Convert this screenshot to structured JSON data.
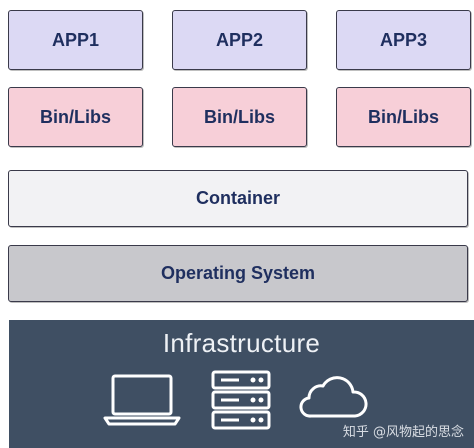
{
  "apps": [
    "APP1",
    "APP2",
    "APP3"
  ],
  "libs": [
    "Bin/Libs",
    "Bin/Libs",
    "Bin/Libs"
  ],
  "container_label": "Container",
  "os_label": "Operating System",
  "infrastructure": {
    "title": "Infrastructure",
    "icons": [
      "laptop-icon",
      "server-icon",
      "cloud-icon"
    ]
  },
  "watermark": "知乎 @风物起的思念"
}
